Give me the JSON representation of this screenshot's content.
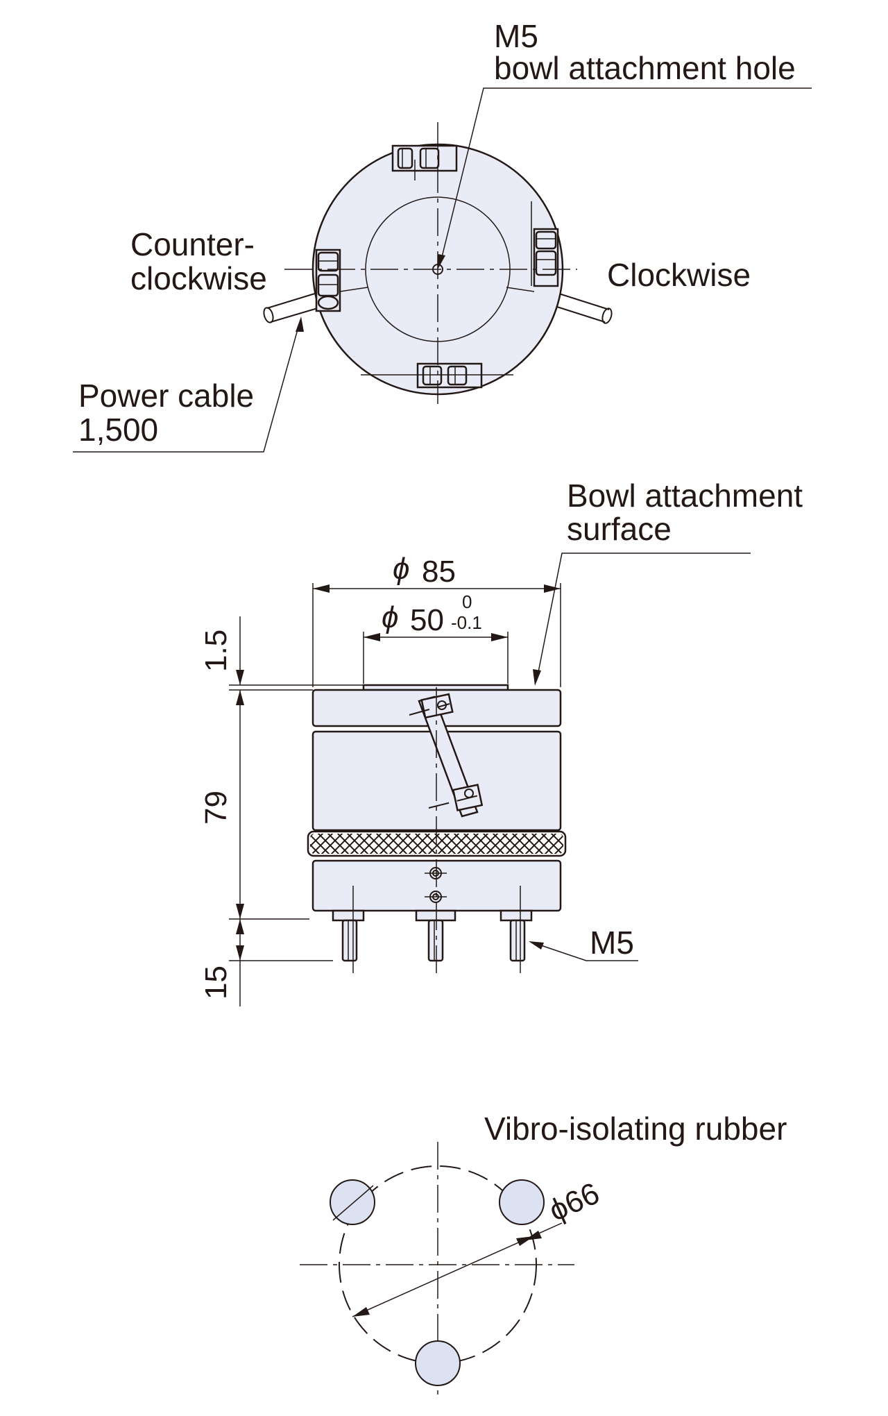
{
  "top_view": {
    "m5_label": "M5",
    "hole_label": "bowl attachment hole",
    "ccw_line1": "Counter-",
    "ccw_line2": "clockwise",
    "cw_label": "Clockwise",
    "cable_line1": "Power cable",
    "cable_line2": "1,500"
  },
  "side_view": {
    "surface_line1": "Bowl attachment",
    "surface_line2": "surface",
    "phi_symbol": "ϕ",
    "outer_diameter": "85",
    "inner_diameter": "50",
    "tol_upper": "0",
    "tol_lower": "-0.1",
    "dim_top_gap": "1.5",
    "dim_height": "79",
    "dim_feet": "15",
    "feet_label": "M5"
  },
  "bottom_view": {
    "rubber_label": "Vibro-isolating rubber",
    "pcd_label": "ϕ66"
  },
  "colors": {
    "line": "#231815",
    "part_fill": "#e9ecf6"
  }
}
